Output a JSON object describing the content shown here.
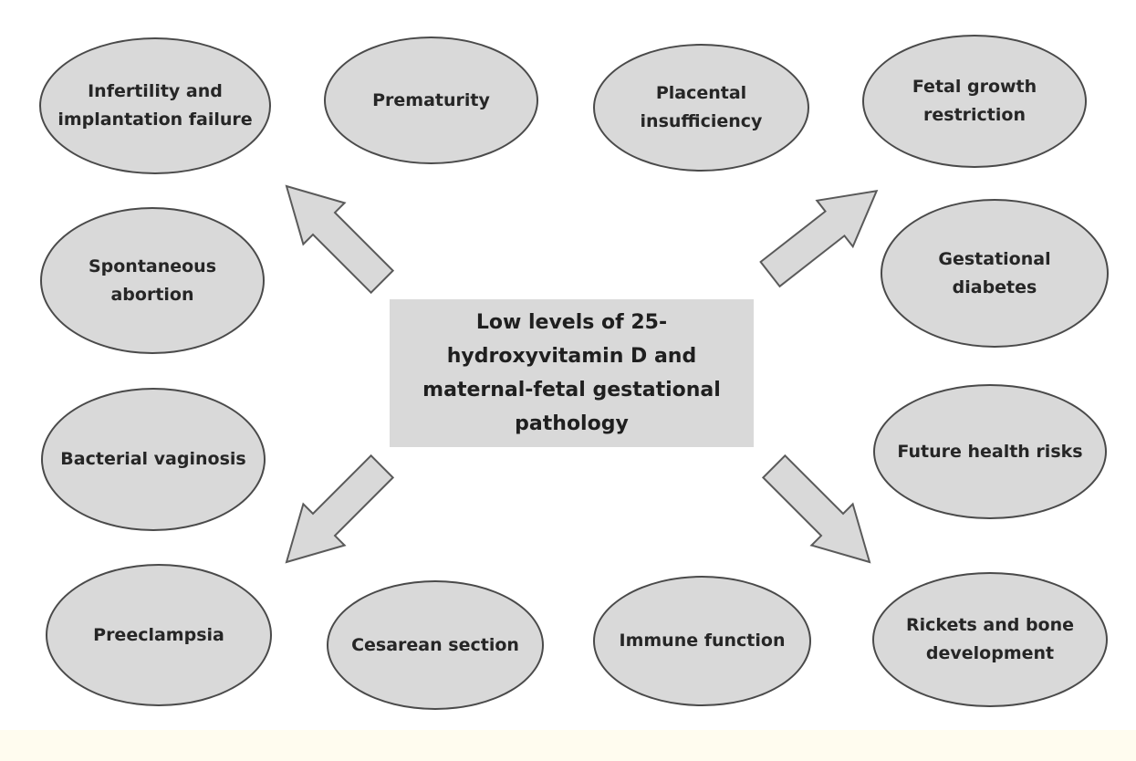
{
  "diagram": {
    "center_label": "Low levels of 25-hydroxyvitamin D and maternal-fetal gestational pathology",
    "nodes": {
      "infertility": "Infertility and implantation failure",
      "prematurity": "Prematurity",
      "placental": "Placental insufficiency",
      "fetal_growth": "Fetal growth restriction",
      "spontaneous_abortion": "Spontaneous abortion",
      "gestational_diabetes": "Gestational diabetes",
      "bacterial_vaginosis": "Bacterial vaginosis",
      "future_health": "Future health risks",
      "preeclampsia": "Preeclampsia",
      "cesarean": "Cesarean section",
      "immune": "Immune function",
      "rickets": "Rickets and bone development"
    },
    "colors": {
      "fill": "#d9d9d9",
      "outline": "#4a4a4a",
      "text": "#262626",
      "footer_band": "#fffcef"
    }
  }
}
